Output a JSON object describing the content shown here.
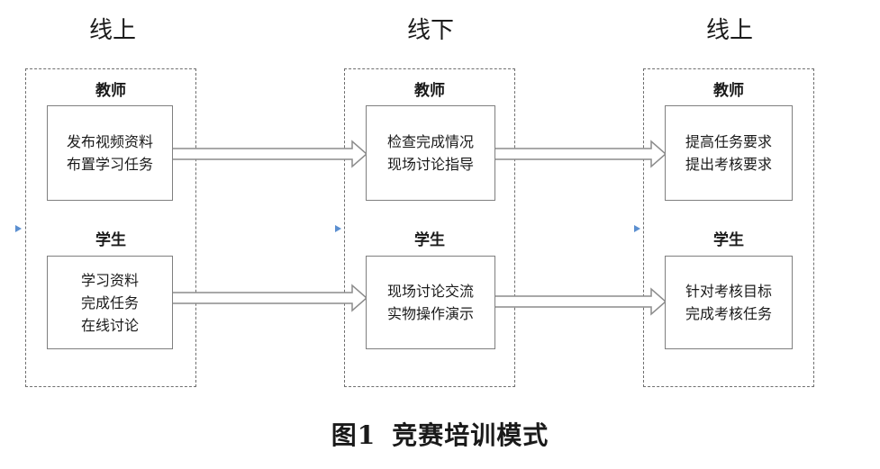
{
  "phases": [
    {
      "label": "线上",
      "teacher_label": "教师",
      "teacher_lines": [
        "发布视频资料",
        "布置学习任务"
      ],
      "student_label": "学生",
      "student_lines": [
        "学习资料",
        "完成任务",
        "在线讨论"
      ]
    },
    {
      "label": "线下",
      "teacher_label": "教师",
      "teacher_lines": [
        "检查完成情况",
        "现场讨论指导"
      ],
      "student_label": "学生",
      "student_lines": [
        "现场讨论交流",
        "实物操作演示"
      ]
    },
    {
      "label": "线上",
      "teacher_label": "教师",
      "teacher_lines": [
        "提高任务要求",
        "提出考核要求"
      ],
      "student_label": "学生",
      "student_lines": [
        "针对考核目标",
        "完成考核任务"
      ]
    }
  ],
  "caption": {
    "figure_number": "图1",
    "title": "竞赛培训模式"
  },
  "colors": {
    "border": "#7f7f7f",
    "dashed": "#6f6f6f",
    "marker": "#5b8fd0",
    "arrow": "#8c8c8c"
  }
}
